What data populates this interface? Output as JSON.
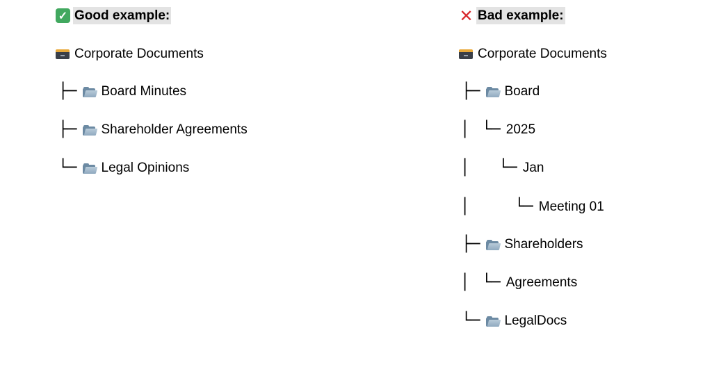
{
  "good": {
    "heading": "Good example:",
    "mark_icon": "check-mark-icon",
    "root": "Corporate Documents",
    "items": [
      {
        "prefix": "├─",
        "label": "Board Minutes"
      },
      {
        "prefix": "├─",
        "label": "Shareholder Agreements"
      },
      {
        "prefix": "└─",
        "label": "Legal Opinions"
      }
    ]
  },
  "bad": {
    "heading": "Bad example:",
    "mark_icon": "cross-mark-icon",
    "root": "Corporate Documents",
    "items": [
      {
        "prefix": "├─",
        "label": "Board"
      },
      {
        "pipe": "│",
        "branch": "└─",
        "label": "2025"
      },
      {
        "pipe": "│",
        "branch": "└─",
        "label": "Jan"
      },
      {
        "pipe": "│",
        "branch": "└─",
        "label": "Meeting 01"
      },
      {
        "prefix": "├─",
        "label": "Shareholders"
      },
      {
        "pipe": "│",
        "branch": "└─",
        "label": "Agreements"
      },
      {
        "prefix": "└─",
        "label": "LegalDocs"
      }
    ]
  },
  "colors": {
    "check": "#41a85f",
    "cross": "#d8282d",
    "heading_highlight": "#e3e3e3"
  }
}
